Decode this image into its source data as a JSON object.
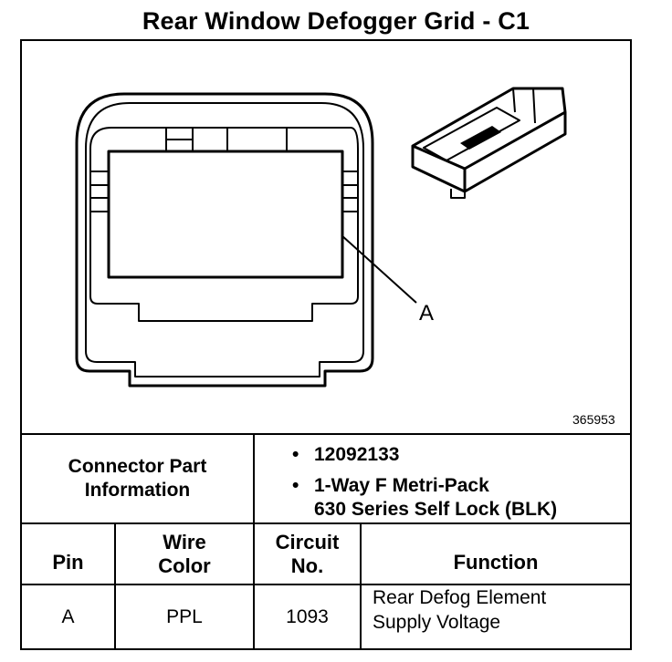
{
  "title": "Rear Window Defogger Grid - C1",
  "figure": {
    "callout_label": "A",
    "figure_number": "365953"
  },
  "connector_info": {
    "label_line1": "Connector Part",
    "label_line2": "Information",
    "bullet_symbol": "•",
    "part_number": "12092133",
    "description_line1": "1-Way F Metri-Pack",
    "description_line2": "630 Series Self Lock (BLK)"
  },
  "table": {
    "headers": {
      "pin": "Pin",
      "wire_color_line1": "Wire",
      "wire_color_line2": "Color",
      "circuit_line1": "Circuit",
      "circuit_line2": "No.",
      "function": "Function"
    },
    "rows": [
      {
        "pin": "A",
        "wire_color": "PPL",
        "circuit": "1093",
        "function_line1": "Rear Defog Element",
        "function_line2": "Supply Voltage"
      }
    ]
  }
}
